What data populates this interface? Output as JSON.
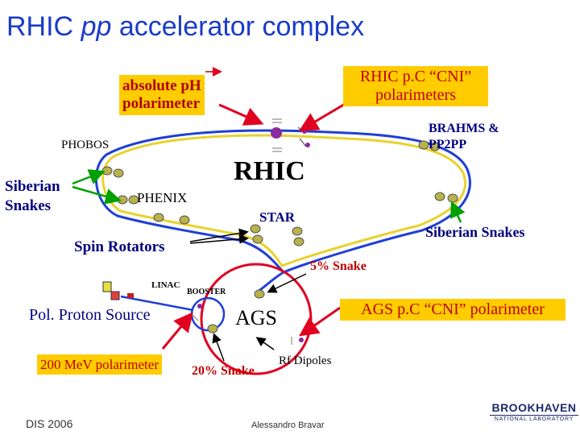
{
  "title": {
    "prefix": "RHIC ",
    "italic": "pp",
    "suffix": " accelerator complex"
  },
  "labels": {
    "absolute_line1": "absolute pH",
    "absolute_line2": "polarimeter",
    "cni": "RHIC p.C “CNI” polarimeters",
    "brahms": "BRAHMS & PP2PP",
    "phobos": "PHOBOS",
    "siberian_left": "Siberian Snakes",
    "phenix": "PHENIX",
    "rhic": "RHIC",
    "star": "STAR",
    "siberian_right": "Siberian Snakes",
    "spin_rotators": "Spin Rotators",
    "snake5": "5% Snake",
    "linac": "LINAC",
    "booster": "BOOSTER",
    "pol_source": "Pol. Proton Source",
    "ags": "AGS",
    "ags_cni": "AGS p.C “CNI” polarimeter",
    "mev200": "200 MeV polarimeter",
    "snake20": "20% Snake",
    "rf_dipoles": "Rf Dipoles"
  },
  "footer": {
    "left": "DIS 2006",
    "center": "Alessandro Bravar",
    "logo_line1": "BROOKHAVEN",
    "logo_line2": "NATIONAL LABORATORY"
  },
  "colors": {
    "ring_blue": "#1f3fd6",
    "ring_yellow": "#e8d230",
    "arrow_red": "#e00020",
    "arrow_green": "#00a000",
    "snake_olive": "#b8b34a",
    "magnet_purple": "#8a2aa0"
  }
}
